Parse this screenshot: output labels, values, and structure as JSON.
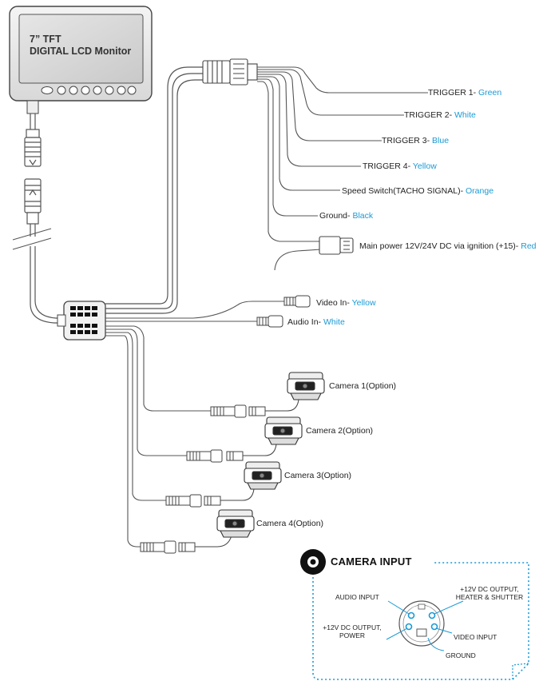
{
  "monitor": {
    "title_line1": "7” TFT",
    "title_line2": "DIGITAL LCD Monitor"
  },
  "wires": [
    {
      "id": "trigger1",
      "label": "TRIGGER 1- ",
      "color_name": "Green"
    },
    {
      "id": "trigger2",
      "label": "TRIGGER 2- ",
      "color_name": "White"
    },
    {
      "id": "trigger3",
      "label": "TRIGGER 3- ",
      "color_name": "Blue"
    },
    {
      "id": "trigger4",
      "label": "TRIGGER 4- ",
      "color_name": "Yellow"
    },
    {
      "id": "speed",
      "label": "Speed Switch(TACHO SIGNAL)- ",
      "color_name": "Orange"
    },
    {
      "id": "ground",
      "label": "Ground- ",
      "color_name": "Black"
    },
    {
      "id": "power",
      "label": "Main power 12V/24V DC via ignition (+15)- ",
      "color_name": "Red"
    }
  ],
  "av_inputs": [
    {
      "id": "video",
      "label": "Video In- ",
      "color_name": "Yellow"
    },
    {
      "id": "audio",
      "label": "Audio In- ",
      "color_name": "White"
    }
  ],
  "cameras": [
    {
      "label": "Camera 1(Option)"
    },
    {
      "label": "Camera 2(Option)"
    },
    {
      "label": "Camera 3(Option)"
    },
    {
      "label": "Camera 4(Option)"
    }
  ],
  "camera_input": {
    "title": "CAMERA INPUT",
    "pins": {
      "audio_input": "AUDIO INPUT",
      "dc_heater_line1": "+12V DC OUTPUT,",
      "dc_heater_line2": "HEATER & SHUTTER",
      "dc_power_line1": "+12V DC OUTPUT,",
      "dc_power_line2": "POWER",
      "video_input": "VIDEO INPUT",
      "ground": "GROUND"
    }
  },
  "colors": {
    "accent": "#1a9ad6",
    "line": "#555555",
    "panel_dots": "#1a9ad6"
  }
}
